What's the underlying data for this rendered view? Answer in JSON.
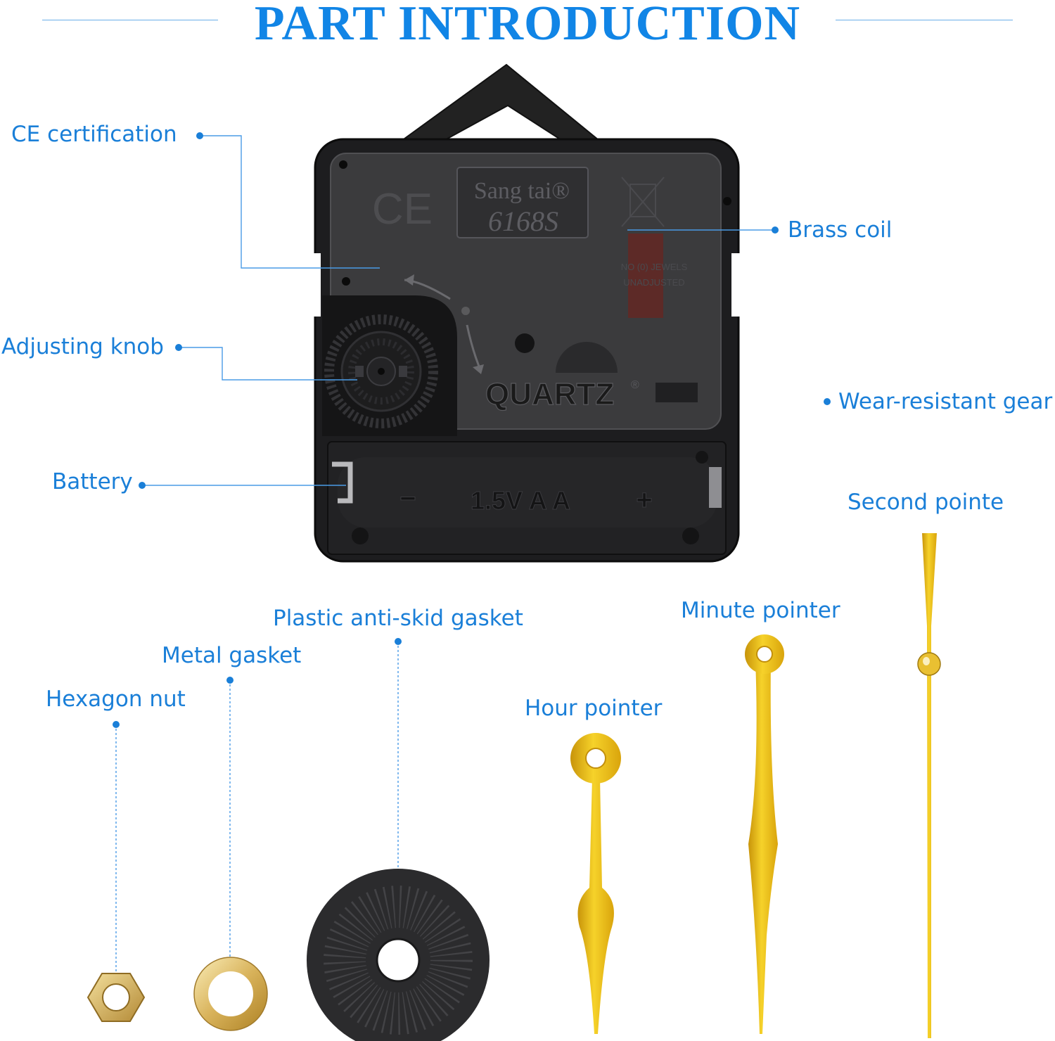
{
  "title": "PART INTRODUCTION",
  "labels": {
    "ce": "CE certification",
    "brass": "Brass coil",
    "knob": "Adjusting knob",
    "gear": "Wear-resistant gear",
    "battery": "Battery",
    "second": "Second pointe",
    "plastic": "Plastic anti-skid gasket",
    "minute": "Minute pointer",
    "metal": "Metal gasket",
    "hex": "Hexagon nut",
    "hour": "Hour pointer"
  },
  "movement": {
    "brand": "Sang tai®",
    "model": "6168S",
    "ce_mark": "CE",
    "quartz": "QUARTZ",
    "quartz_mark": "®",
    "jewels": "NO (0) JEWELS",
    "unadjusted": "UNADJUSTED",
    "battery_minus": "−",
    "battery_spec": "1.5V  A A",
    "battery_plus": "+"
  },
  "colors": {
    "accent": "#1a7fd8",
    "gold": "#e8b712",
    "movement": "#1c1c1e"
  }
}
